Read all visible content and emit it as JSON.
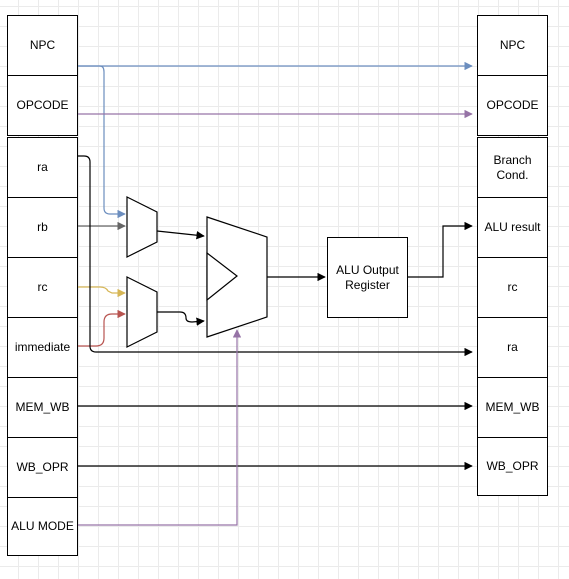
{
  "left_stage": [
    "NPC",
    "OPCODE",
    "ra",
    "rb",
    "rc",
    "immediate",
    "MEM_WB",
    "WB_OPR",
    "ALU MODE"
  ],
  "right_stage": [
    "NPC",
    "OPCODE",
    "Branch\nCond.",
    "ALU result",
    "rc",
    "ra",
    "MEM_WB",
    "WB_OPR"
  ],
  "alu_output_register": "ALU Output\nRegister",
  "colors": {
    "npc_wire": "#6c8ebf",
    "opcode_wire": "#9673a6",
    "rb_wire": "#666666",
    "rc_wire": "#d6b656",
    "immediate_wire": "#b85450",
    "alu_mode_wire": "#9673a6",
    "default_wire": "#000000"
  }
}
